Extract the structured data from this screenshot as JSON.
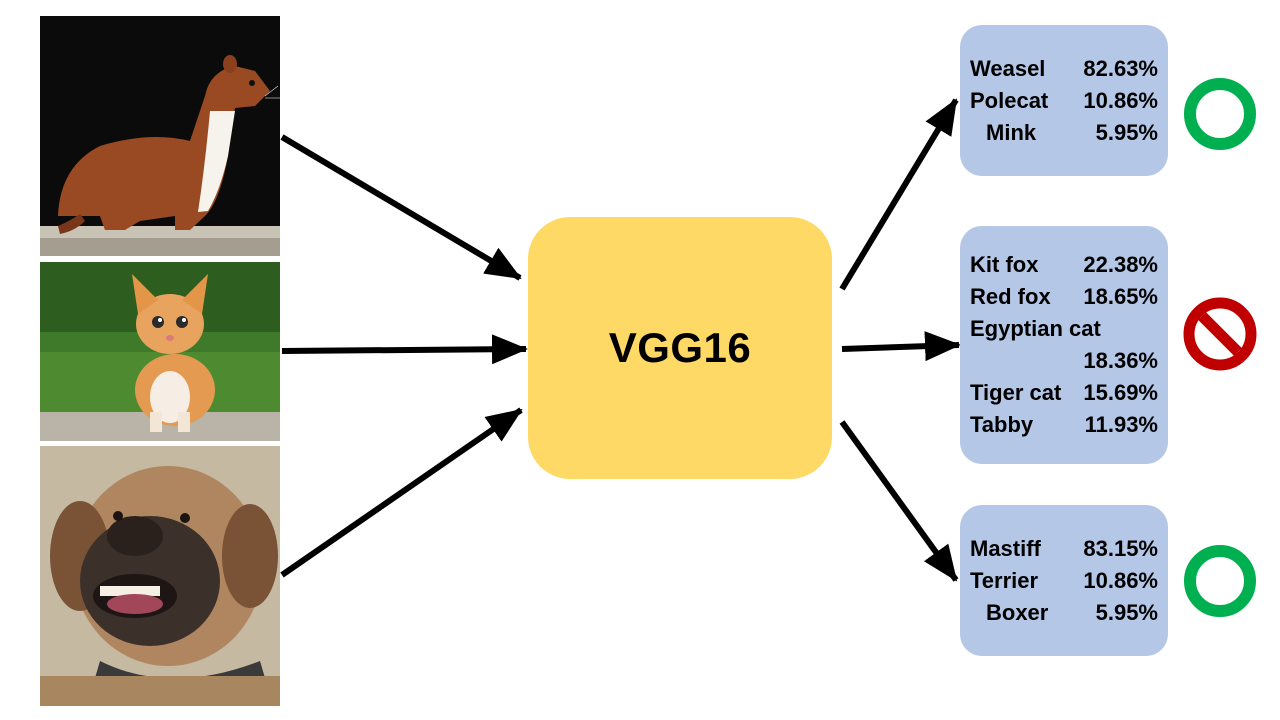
{
  "model": {
    "label": "VGG16"
  },
  "inputs": [
    {
      "subject": "weasel"
    },
    {
      "subject": "kitten"
    },
    {
      "subject": "mastiff"
    }
  ],
  "results": [
    {
      "status": "correct",
      "status_icon": "green-circle-icon",
      "predictions": [
        {
          "label": "Weasel",
          "confidence": "82.63%"
        },
        {
          "label": "Polecat",
          "confidence": "10.86%"
        },
        {
          "label": "Mink",
          "confidence": "5.95%"
        }
      ]
    },
    {
      "status": "incorrect",
      "status_icon": "red-prohibited-icon",
      "predictions": [
        {
          "label": "Kit fox",
          "confidence": "22.38%"
        },
        {
          "label": "Red fox",
          "confidence": "18.65%"
        },
        {
          "label": "Egyptian cat",
          "confidence": "18.36%"
        },
        {
          "label": "Tiger cat",
          "confidence": "15.69%"
        },
        {
          "label": "Tabby",
          "confidence": "11.93%"
        }
      ]
    },
    {
      "status": "correct",
      "status_icon": "green-circle-icon",
      "predictions": [
        {
          "label": "Mastiff",
          "confidence": "83.15%"
        },
        {
          "label": "Terrier",
          "confidence": "10.86%"
        },
        {
          "label": "Boxer",
          "confidence": "5.95%"
        }
      ]
    }
  ],
  "colors": {
    "model_fill": "#ffd966",
    "result_fill": "#b4c7e7",
    "correct": "#00b050",
    "incorrect": "#c00000",
    "arrow": "#000000"
  }
}
